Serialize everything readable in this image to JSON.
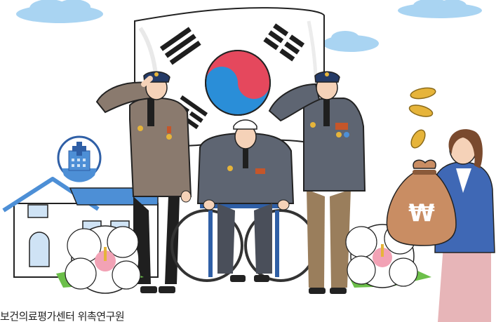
{
  "caption": "보건의료평가센터 위촉연구원",
  "sign": {
    "currency_symbol": "₩"
  },
  "icons": {
    "hospital_badge": "hospital-cross-icon",
    "flag": "taegukgi-flag",
    "flower": "mugunghwa-flower",
    "money": "won-money-bag",
    "coins": "gold-coin"
  },
  "colors": {
    "sky": "#a9d4f2",
    "flag_red": "#e5485d",
    "flag_blue": "#2a8ed8",
    "suit_brown": "#8a7a6e",
    "suit_gray": "#5e6572",
    "house_blue": "#4d8fd6",
    "woman_jacket": "#3f68b5",
    "woman_skirt": "#e7b5b8",
    "coin": "#e6b43a"
  }
}
